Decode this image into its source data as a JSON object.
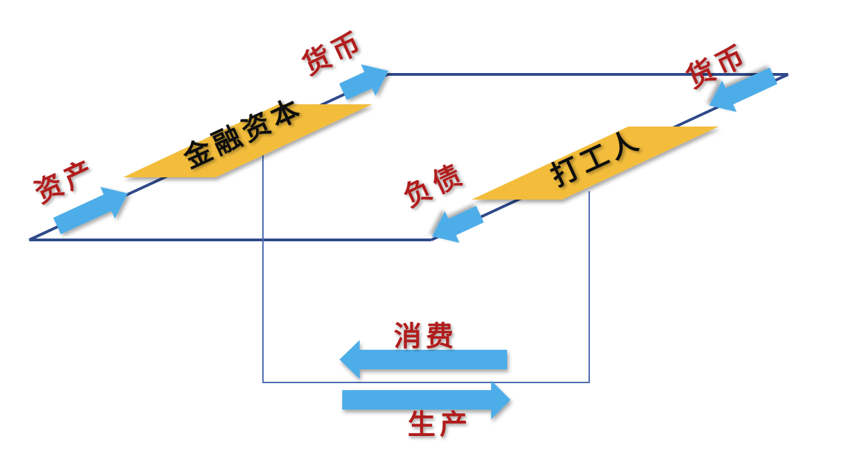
{
  "labels": {
    "financial_capital": "金融资本",
    "worker": "打工人",
    "asset": "资产",
    "currency_top": "货币",
    "currency_right": "货币",
    "liability": "负债",
    "consumption": "消费",
    "production": "生产"
  },
  "colors": {
    "line_dark": "#2f4a8a",
    "line_light": "#4a6ab0",
    "arrow": "#4eade8",
    "band": "#f3bd3b",
    "label_red": "#b01e1e",
    "label_black": "#111111"
  }
}
